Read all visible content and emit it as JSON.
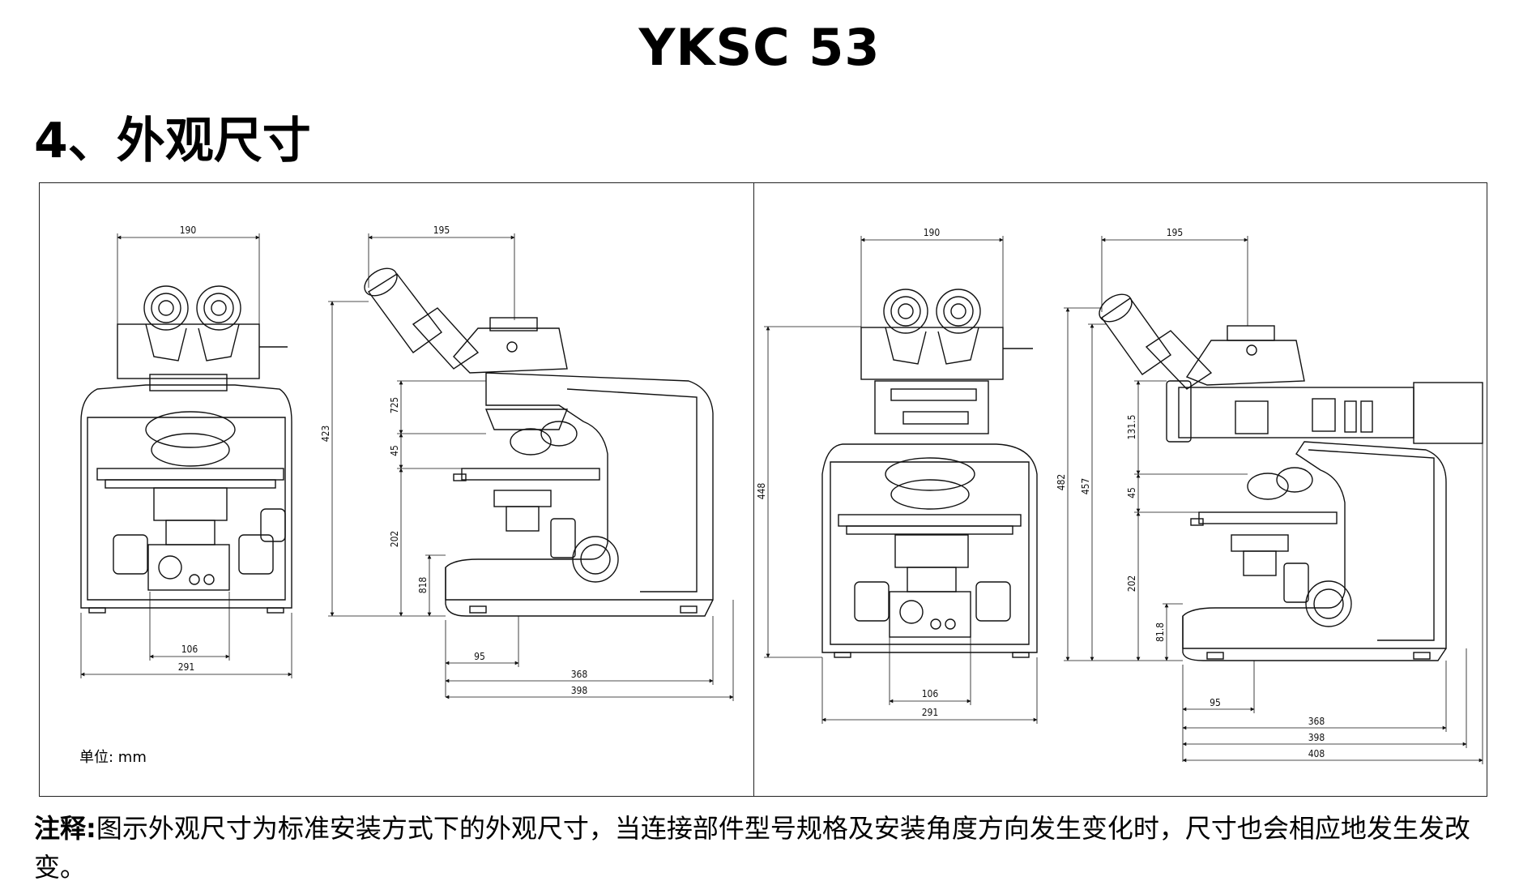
{
  "doc": {
    "title": "YKSC 53",
    "section_heading": "4、外观尺寸",
    "unit_label": "单位: mm",
    "note_label": "注释:",
    "note_text": "图示外观尺寸为标准安装方式下的外观尺寸，当连接部件型号规格及安装角度方向发生变化时，尺寸也会相应地发生发改变。"
  },
  "dims": {
    "left_front": {
      "width_top": "190",
      "base_inner": "106",
      "base_outer": "291"
    },
    "left_side": {
      "top": "195",
      "h_total": "423",
      "h_a": "725",
      "h_b": "45",
      "h_c": "202",
      "h_d": "818",
      "base_a": "95",
      "base_b": "368",
      "base_c": "398"
    },
    "right_front": {
      "width_top": "190",
      "h_total": "448",
      "base_inner": "106",
      "base_outer": "291"
    },
    "right_side": {
      "top": "195",
      "h_total": "482",
      "h_sub": "457",
      "h_a": "131.5",
      "h_b": "45",
      "h_c": "202",
      "h_d": "81.8",
      "base_a": "95",
      "base_b": "368",
      "base_c": "398",
      "base_d": "408"
    }
  }
}
